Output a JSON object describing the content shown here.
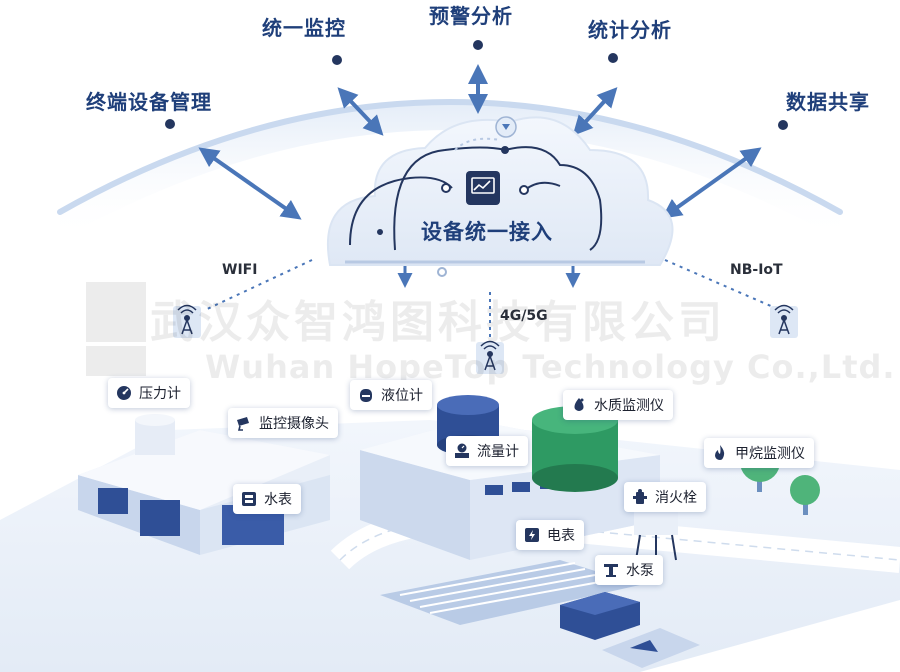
{
  "top_functions": [
    "终端设备管理",
    "统一监控",
    "预警分析",
    "统计分析",
    "数据共享"
  ],
  "center_platform": {
    "label": "设备统一接入"
  },
  "networks": {
    "wifi": "WIFI",
    "cellular": "4G/5G",
    "nbiot": "NB-IoT"
  },
  "watermark": {
    "cn": "武汉众智鸿图科技有限公司",
    "en": "Wuhan HopeTop Technology Co.,Ltd."
  },
  "devices": [
    {
      "label": "压力计",
      "icon": "gauge-icon"
    },
    {
      "label": "监控摄像头",
      "icon": "camera-icon"
    },
    {
      "label": "液位计",
      "icon": "tank-icon"
    },
    {
      "label": "水质监测仪",
      "icon": "drop-icon"
    },
    {
      "label": "流量计",
      "icon": "flowmeter-icon"
    },
    {
      "label": "甲烷监测仪",
      "icon": "flame-icon"
    },
    {
      "label": "水表",
      "icon": "water-meter-icon"
    },
    {
      "label": "消火栓",
      "icon": "hydrant-icon"
    },
    {
      "label": "电表",
      "icon": "electric-meter-icon"
    },
    {
      "label": "水泵",
      "icon": "pump-icon"
    }
  ],
  "colors": {
    "accent": "#1f3f7a",
    "arc": "#c9d9ef",
    "arrow": "#4a76b8",
    "node": "#24365f"
  }
}
